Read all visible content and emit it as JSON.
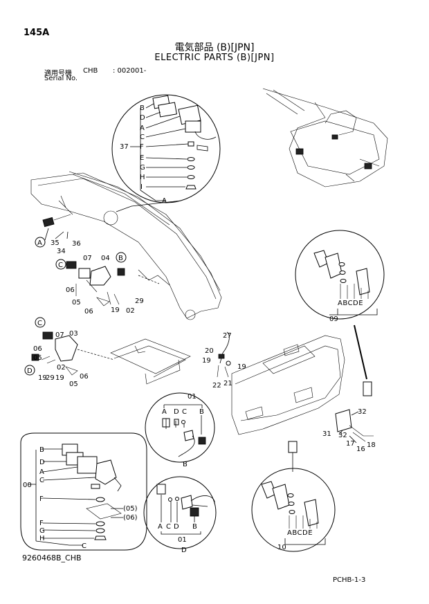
{
  "header": {
    "page_no": "145A",
    "title_jp": "電気部品 (B)[JPN]",
    "title_en": "ELECTRIC PARTS (B)[JPN]",
    "serial_label_jp": "適用号機",
    "serial_label_en": "Serial No.",
    "model": "CHB",
    "serial_value": ": 002001-"
  },
  "footer": {
    "drawing_no": "9260468B_CHB",
    "page_code": "PCHB-1-3"
  },
  "callouts": {
    "n37": "37",
    "n35": "35",
    "n36": "36",
    "n34": "34",
    "n07": "07",
    "n04": "04",
    "n06": "06",
    "n05": "05",
    "n19": "19",
    "n29": "29",
    "n02": "02",
    "n03": "03",
    "n09": "09",
    "n27": "27",
    "n20": "20",
    "n21": "21",
    "n22": "22",
    "n01": "01",
    "n32": "32",
    "n31": "31",
    "n17": "17",
    "n16": "16",
    "n18": "18",
    "n00": "00",
    "n10": "10",
    "p05": "(05)",
    "p06": "(06)"
  },
  "letters": {
    "A": "A",
    "B": "B",
    "C": "C",
    "D": "D",
    "E": "E",
    "F": "F",
    "G": "G",
    "H": "H",
    "I": "I",
    "ABCDE": "ABCDE"
  }
}
